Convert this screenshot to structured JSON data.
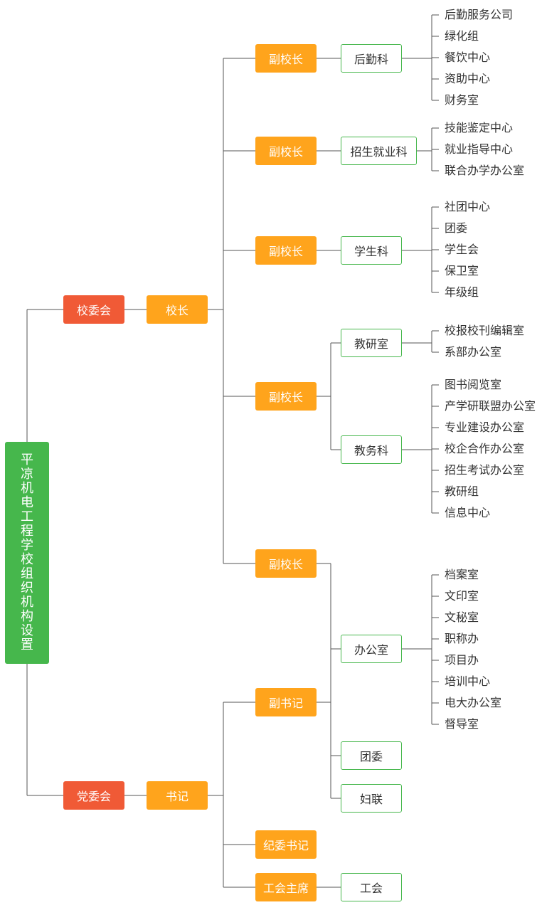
{
  "root": "平凉机电工程学校组织机构设置",
  "committees": {
    "school_committee": "校委会",
    "party_committee": "党委会"
  },
  "leaders": {
    "principal": "校长",
    "secretary": "书记"
  },
  "vice_principal_label": "副校长",
  "deputy_secretary": "副书记",
  "discipline_secretary": "纪委书记",
  "union_chairman": "工会主席",
  "departments": {
    "logistics": "后勤科",
    "enrollment": "招生就业科",
    "students": "学生科",
    "research": "教研室",
    "academic": "教务科",
    "office": "办公室",
    "youth_league": "团委",
    "women": "妇联",
    "union": "工会"
  },
  "leaves": {
    "logistics": [
      "后勤服务公司",
      "绿化组",
      "餐饮中心",
      "资助中心",
      "财务室"
    ],
    "enrollment": [
      "技能鉴定中心",
      "就业指导中心",
      "联合办学办公室"
    ],
    "students": [
      "社团中心",
      "团委",
      "学生会",
      "保卫室",
      "年级组"
    ],
    "research": [
      "校报校刊编辑室",
      "系部办公室"
    ],
    "academic": [
      "图书阅览室",
      "产学研联盟办公室",
      "专业建设办公室",
      "校企合作办公室",
      "招生考试办公室",
      "教研组",
      "信息中心"
    ],
    "office": [
      "档案室",
      "文印室",
      "文秘室",
      "职称办",
      "项目办",
      "培训中心",
      "电大办公室",
      "督导室"
    ]
  },
  "colors": {
    "root": "#46b74c",
    "committee": "#f05a36",
    "leader": "#ffa41c",
    "department_border": "#46b74c",
    "line": "#555555"
  }
}
